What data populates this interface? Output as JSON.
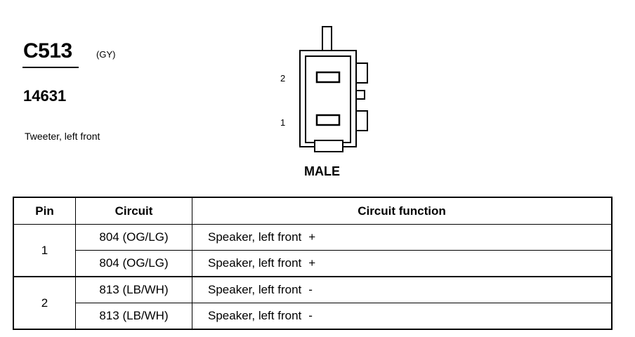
{
  "connector": {
    "id": "C513",
    "color_code": "(GY)",
    "part_number": "14631",
    "description": "Tweeter, left front",
    "gender": "MALE",
    "pin_labels": [
      "2",
      "1"
    ]
  },
  "table": {
    "headers": [
      "Pin",
      "Circuit",
      "Circuit function"
    ],
    "groups": [
      {
        "pin": "1",
        "rows": [
          {
            "circuit": "804 (OG/LG)",
            "function": "Speaker, left front",
            "sign": "+"
          },
          {
            "circuit": "804 (OG/LG)",
            "function": "Speaker, left front",
            "sign": "+"
          }
        ]
      },
      {
        "pin": "2",
        "rows": [
          {
            "circuit": "813 (LB/WH)",
            "function": "Speaker, left front",
            "sign": "-"
          },
          {
            "circuit": "813 (LB/WH)",
            "function": "Speaker, left front",
            "sign": "-"
          }
        ]
      }
    ]
  }
}
